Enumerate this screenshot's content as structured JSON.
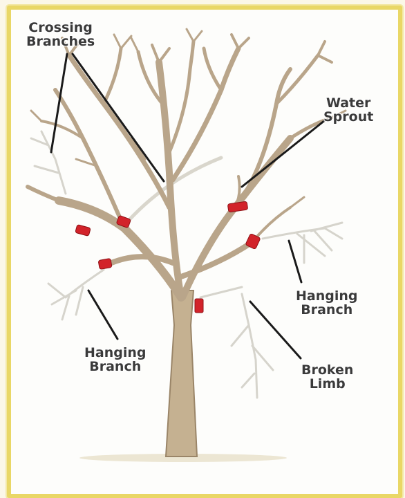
{
  "labels": {
    "crossing": {
      "line1": "Crossing",
      "line2": "Branches"
    },
    "water": {
      "line1": "Water",
      "line2": "Sprout"
    },
    "hanging_right": {
      "line1": "Hanging",
      "line2": "Branch"
    },
    "hanging_left": {
      "line1": "Hanging",
      "line2": "Branch"
    },
    "broken": {
      "line1": "Broken",
      "line2": "Limb"
    }
  },
  "colors": {
    "frame": "#e9d766",
    "bark": "#b9a58a",
    "cut_mark": "#d2232a",
    "pointer": "#1a1a1a"
  }
}
